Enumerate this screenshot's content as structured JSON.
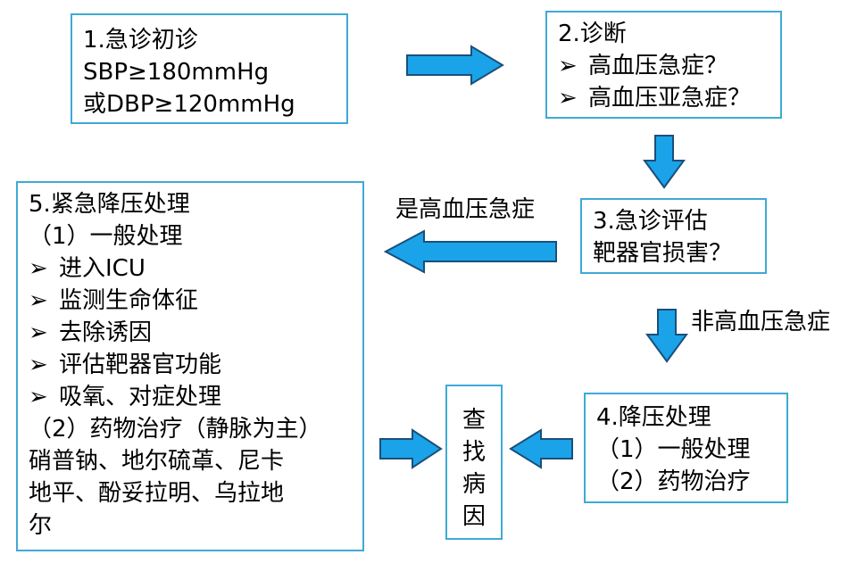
{
  "box1": {
    "title": "1.急诊初诊",
    "line2": "SBP≥180mmHg",
    "line3": "或DBP≥120mmHg"
  },
  "box2": {
    "title": "2.诊断",
    "items": [
      "高血压急症？",
      "高血压亚急症？"
    ]
  },
  "box3": {
    "line1": "3.急诊评估",
    "line2": "靶器官损害？"
  },
  "box4": {
    "title": "4.降压处理",
    "line2": "（1）一般处理",
    "line3": "（2）药物治疗"
  },
  "box5": {
    "title": "5.紧急降压处理",
    "sub1": "（1）一般处理",
    "items": [
      "进入ICU",
      "监测生命体征",
      "去除诱因",
      "评估靶器官功能",
      "吸氧、对症处理"
    ],
    "sub2": "（2）药物治疗（静脉为主）",
    "drugs1": "硝普钠、地尔硫䓬、尼卡",
    "drugs2": "地平、酚妥拉明、乌拉地",
    "drugs3": "尔"
  },
  "box6": {
    "chars": [
      "查",
      "找",
      "病",
      "因"
    ]
  },
  "labels": {
    "yes": "是高血压急症",
    "no": "非高血压急症"
  },
  "bullet_symbol": "➢",
  "colors": {
    "border": "#3fa9d6",
    "arrow_fill": "#1aa3e8",
    "arrow_stroke": "#1b4f7a"
  }
}
